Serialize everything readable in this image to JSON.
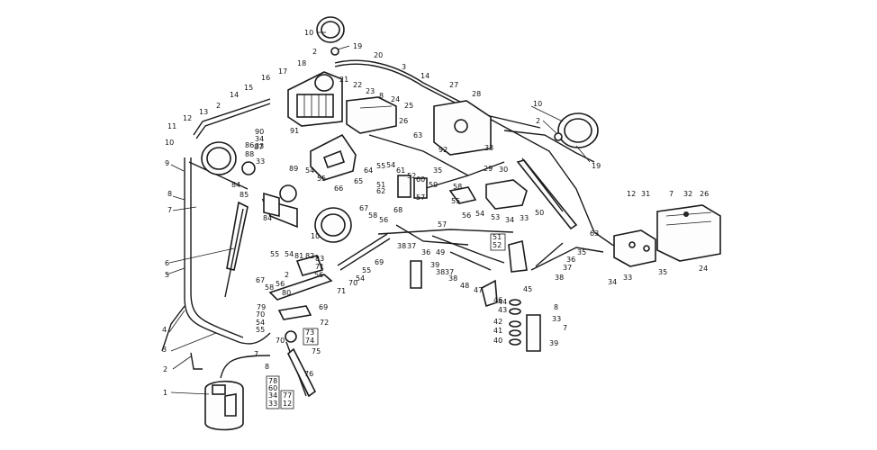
{
  "callouts": [
    {
      "id": "c10a",
      "text": "10"
    },
    {
      "id": "c2a",
      "text": "2"
    },
    {
      "id": "c19a",
      "text": "19"
    },
    {
      "id": "c20",
      "text": "20"
    },
    {
      "id": "c3a",
      "text": "3"
    },
    {
      "id": "c18",
      "text": "18"
    },
    {
      "id": "c17",
      "text": "17"
    },
    {
      "id": "c21",
      "text": "21"
    },
    {
      "id": "c16",
      "text": "16"
    },
    {
      "id": "c14a",
      "text": "14"
    },
    {
      "id": "c15",
      "text": "15"
    },
    {
      "id": "c22",
      "text": "22"
    },
    {
      "id": "c23",
      "text": "23"
    },
    {
      "id": "c8a",
      "text": "8"
    },
    {
      "id": "c24a",
      "text": "24"
    },
    {
      "id": "c25",
      "text": "25"
    },
    {
      "id": "c26a",
      "text": "26"
    },
    {
      "id": "c27",
      "text": "27"
    },
    {
      "id": "c28",
      "text": "28"
    },
    {
      "id": "c10b",
      "text": "10"
    },
    {
      "id": "c2b",
      "text": "2"
    },
    {
      "id": "c19b",
      "text": "19"
    },
    {
      "id": "c92",
      "text": "92"
    },
    {
      "id": "c33a",
      "text": "33"
    },
    {
      "id": "c14b",
      "text": "14"
    },
    {
      "id": "c2c",
      "text": "2"
    },
    {
      "id": "c13",
      "text": "13"
    },
    {
      "id": "c12a",
      "text": "12"
    },
    {
      "id": "c11",
      "text": "11"
    },
    {
      "id": "c10c",
      "text": "10"
    },
    {
      "id": "c9",
      "text": "9"
    },
    {
      "id": "c90",
      "text": "90"
    },
    {
      "id": "c34a",
      "text": "34"
    },
    {
      "id": "c33b",
      "text": "33"
    },
    {
      "id": "c88",
      "text": "88"
    },
    {
      "id": "c33c",
      "text": "33"
    },
    {
      "id": "c86",
      "text": "86"
    },
    {
      "id": "c87",
      "text": "87"
    },
    {
      "id": "c91",
      "text": "91"
    },
    {
      "id": "c63a",
      "text": "63"
    },
    {
      "id": "c84a",
      "text": "84"
    },
    {
      "id": "c85",
      "text": "85"
    },
    {
      "id": "c89",
      "text": "89"
    },
    {
      "id": "c54a",
      "text": "54"
    },
    {
      "id": "c55a",
      "text": "55"
    },
    {
      "id": "c64",
      "text": "64"
    },
    {
      "id": "c66",
      "text": "66"
    },
    {
      "id": "c65",
      "text": "65"
    },
    {
      "id": "c55b",
      "text": "55"
    },
    {
      "id": "c54b",
      "text": "54"
    },
    {
      "id": "c51a",
      "text": "51"
    },
    {
      "id": "c61",
      "text": "61"
    },
    {
      "id": "c62",
      "text": "62"
    },
    {
      "id": "c52",
      "text": "52"
    },
    {
      "id": "c60",
      "text": "60"
    },
    {
      "id": "c59",
      "text": "59"
    },
    {
      "id": "c57a",
      "text": "57"
    },
    {
      "id": "c58a",
      "text": "58"
    },
    {
      "id": "c35a",
      "text": "35"
    },
    {
      "id": "c29",
      "text": "29"
    },
    {
      "id": "c30",
      "text": "30"
    },
    {
      "id": "c8b",
      "text": "8"
    },
    {
      "id": "c7a",
      "text": "7"
    },
    {
      "id": "c84b",
      "text": "84"
    },
    {
      "id": "c10d",
      "text": "10"
    },
    {
      "id": "c67a",
      "text": "67"
    },
    {
      "id": "c58b",
      "text": "58"
    },
    {
      "id": "c56a",
      "text": "56"
    },
    {
      "id": "c68",
      "text": "68"
    },
    {
      "id": "c55c",
      "text": "55"
    },
    {
      "id": "c56b",
      "text": "56"
    },
    {
      "id": "c54c",
      "text": "54"
    },
    {
      "id": "c57b",
      "text": "57"
    },
    {
      "id": "c53",
      "text": "53"
    },
    {
      "id": "c34b",
      "text": "34"
    },
    {
      "id": "c33d",
      "text": "33"
    },
    {
      "id": "c50",
      "text": "50"
    },
    {
      "id": "c12b",
      "text": "12"
    },
    {
      "id": "c31",
      "text": "31"
    },
    {
      "id": "c7b",
      "text": "7"
    },
    {
      "id": "c32",
      "text": "32"
    },
    {
      "id": "c26b",
      "text": "26"
    },
    {
      "id": "c63b",
      "text": "63"
    },
    {
      "id": "c38a",
      "text": "38"
    },
    {
      "id": "c37a",
      "text": "37"
    },
    {
      "id": "c36a",
      "text": "36"
    },
    {
      "id": "c49",
      "text": "49"
    },
    {
      "id": "c51b",
      "text": "51"
    },
    {
      "id": "c52b",
      "text": "52"
    },
    {
      "id": "c35b",
      "text": "35"
    },
    {
      "id": "c36b",
      "text": "36"
    },
    {
      "id": "c37b",
      "text": "37"
    },
    {
      "id": "c38b",
      "text": "38"
    },
    {
      "id": "c34c",
      "text": "34"
    },
    {
      "id": "c33e",
      "text": "33"
    },
    {
      "id": "c35c",
      "text": "35"
    },
    {
      "id": "c24b",
      "text": "24"
    },
    {
      "id": "c6",
      "text": "6"
    },
    {
      "id": "c5",
      "text": "5"
    },
    {
      "id": "c55d",
      "text": "55"
    },
    {
      "id": "c54d",
      "text": "54"
    },
    {
      "id": "c81",
      "text": "81"
    },
    {
      "id": "c82",
      "text": "82"
    },
    {
      "id": "c83",
      "text": "83"
    },
    {
      "id": "c2d",
      "text": "2"
    },
    {
      "id": "c71a",
      "text": "71"
    },
    {
      "id": "c56c",
      "text": "56"
    },
    {
      "id": "c70a",
      "text": "70"
    },
    {
      "id": "c55e",
      "text": "55"
    },
    {
      "id": "c54e",
      "text": "54"
    },
    {
      "id": "c69a",
      "text": "69"
    },
    {
      "id": "c39a",
      "text": "39"
    },
    {
      "id": "c38c",
      "text": "38"
    },
    {
      "id": "c37c",
      "text": "37"
    },
    {
      "id": "c38d",
      "text": "38"
    },
    {
      "id": "c48",
      "text": "48"
    },
    {
      "id": "c47",
      "text": "47"
    },
    {
      "id": "c45",
      "text": "45"
    },
    {
      "id": "c46",
      "text": "46"
    },
    {
      "id": "c67b",
      "text": "67"
    },
    {
      "id": "c58c",
      "text": "58"
    },
    {
      "id": "c56d",
      "text": "56"
    },
    {
      "id": "c80",
      "text": "80"
    },
    {
      "id": "c71b",
      "text": "71"
    },
    {
      "id": "c79",
      "text": "79"
    },
    {
      "id": "c70b",
      "text": "70"
    },
    {
      "id": "c69b",
      "text": "69"
    },
    {
      "id": "c54f",
      "text": "54"
    },
    {
      "id": "c55f",
      "text": "55"
    },
    {
      "id": "c72",
      "text": "72"
    },
    {
      "id": "c73",
      "text": "73"
    },
    {
      "id": "c74",
      "text": "74"
    },
    {
      "id": "c70c",
      "text": "70"
    },
    {
      "id": "c75",
      "text": "75"
    },
    {
      "id": "c7c",
      "text": "7"
    },
    {
      "id": "c8c",
      "text": "8"
    },
    {
      "id": "c76",
      "text": "76"
    },
    {
      "id": "c78",
      "text": "78"
    },
    {
      "id": "c60b",
      "text": "60"
    },
    {
      "id": "c34d",
      "text": "34"
    },
    {
      "id": "c33f",
      "text": "33"
    },
    {
      "id": "c77",
      "text": "77"
    },
    {
      "id": "c12c",
      "text": "12"
    },
    {
      "id": "c4",
      "text": "4"
    },
    {
      "id": "c3b",
      "text": "3"
    },
    {
      "id": "c2e",
      "text": "2"
    },
    {
      "id": "c1",
      "text": "1"
    },
    {
      "id": "c44",
      "text": "44"
    },
    {
      "id": "c43",
      "text": "43"
    },
    {
      "id": "c42",
      "text": "42"
    },
    {
      "id": "c41",
      "text": "41"
    },
    {
      "id": "c40",
      "text": "40"
    },
    {
      "id": "c8d",
      "text": "8"
    },
    {
      "id": "c33g",
      "text": "33"
    },
    {
      "id": "c7d",
      "text": "7"
    },
    {
      "id": "c39b",
      "text": "39"
    }
  ]
}
